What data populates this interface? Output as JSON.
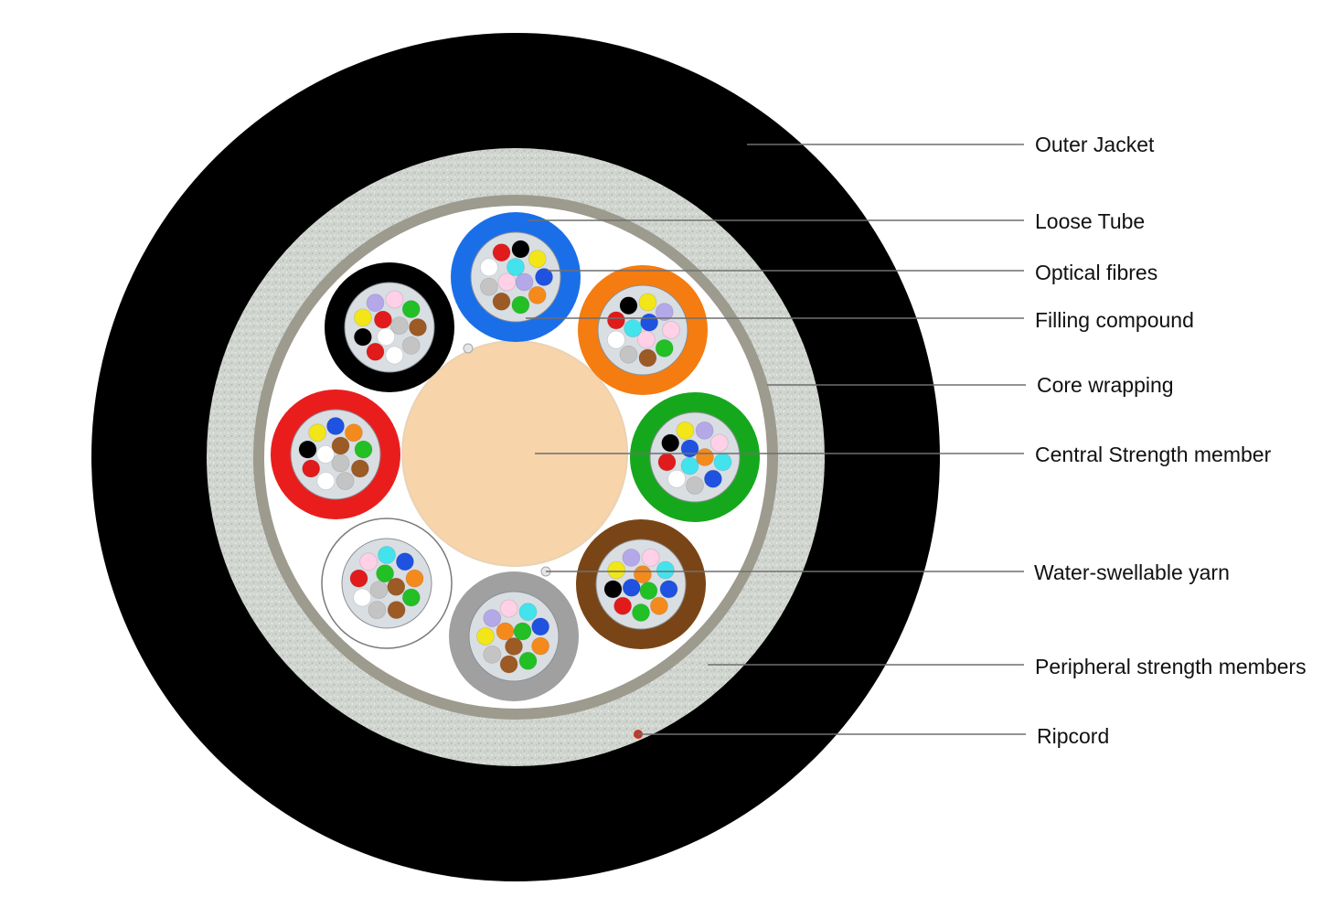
{
  "labels": {
    "outer_jacket": "Outer Jacket",
    "loose_tube": "Loose Tube",
    "optical_fibres": "Optical fibres",
    "filling_compound": "Filling compound",
    "core_wrapping": "Core wrapping",
    "central_strength_member": "Central Strength member",
    "water_swellable_yarn": "Water-swellable yarn",
    "peripheral_strength_members": "Peripheral strength members",
    "ripcord": "Ripcord"
  },
  "colors": {
    "jacket": "#000000",
    "peripheral_layer": "#d3d8d2",
    "core_wrapping": "#9d9a8e",
    "core_fill": "#ffffff",
    "central_member": "#f8d4aa",
    "filling_gel": "#d9dee3",
    "ripcord": "#c0392b",
    "tube_colors": [
      "#1a6fe8",
      "#f57c10",
      "#16a81c",
      "#7a4516",
      "#a0a0a0",
      "#ffffff",
      "#ea1d1d",
      "#000000"
    ],
    "fibre_colors": [
      "#1f52e0",
      "#f58a1c",
      "#22c025",
      "#9c5a24",
      "#c4c4c4",
      "#ffffff",
      "#e11b1b",
      "#000000",
      "#f2e619",
      "#b4a8e8",
      "#ffd0e6",
      "#43e3ee"
    ]
  }
}
